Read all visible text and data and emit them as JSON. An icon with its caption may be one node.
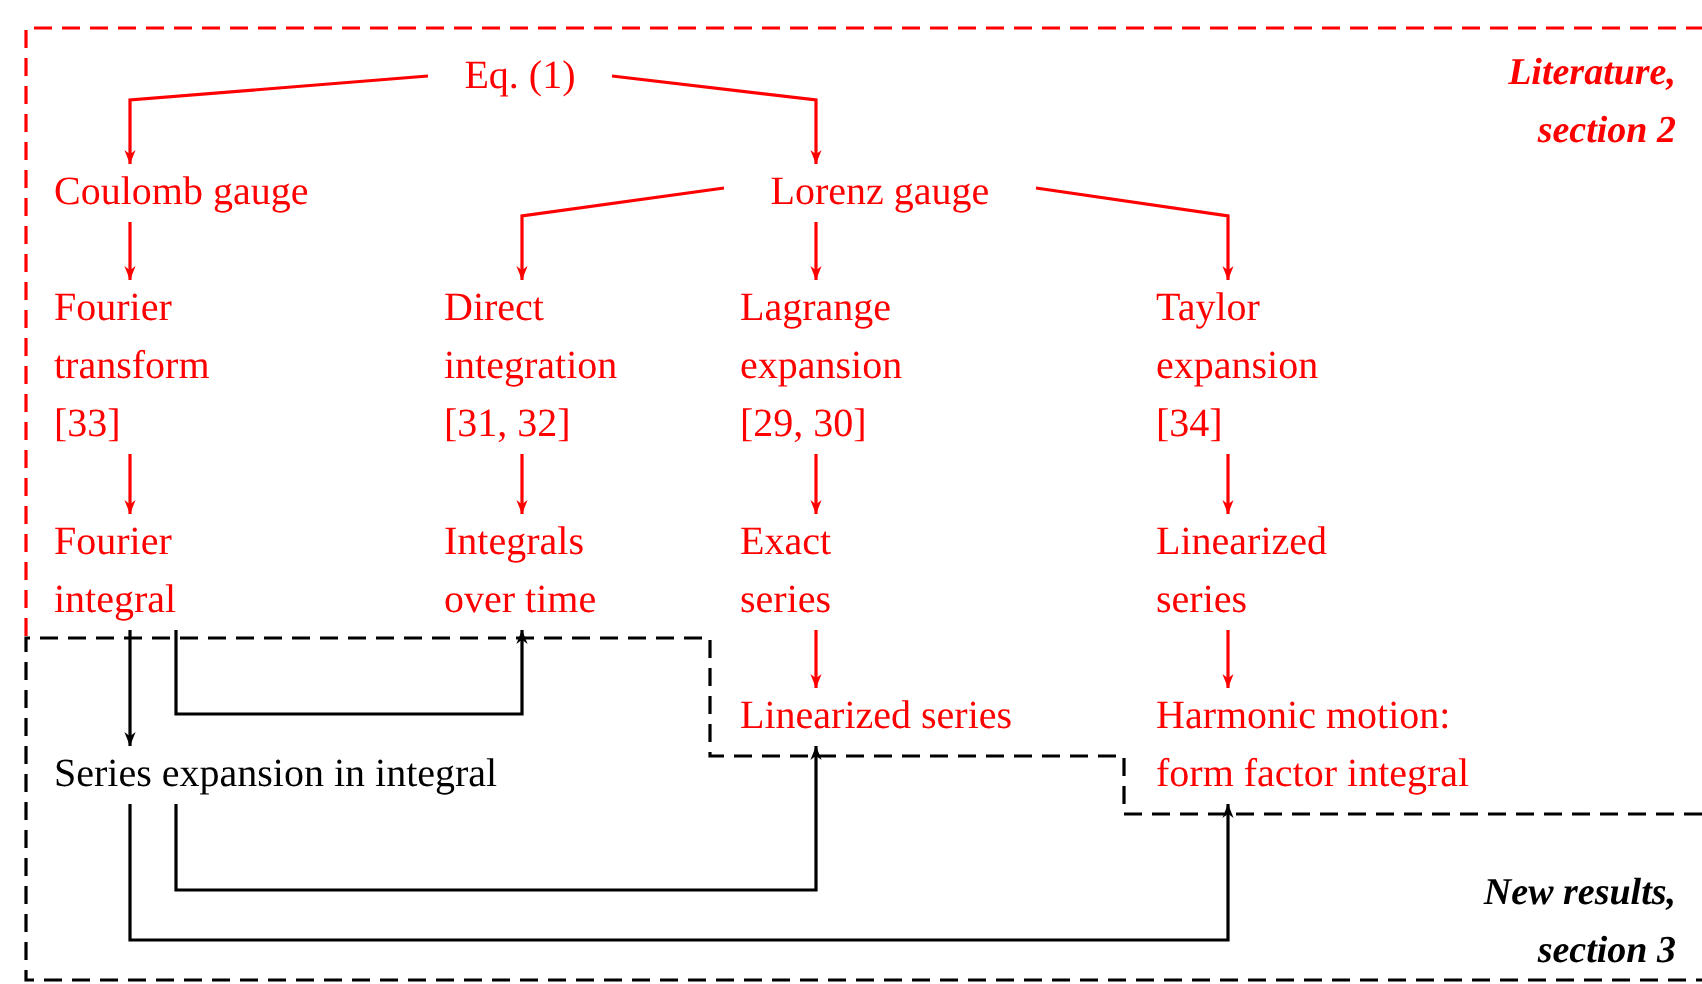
{
  "diagram": {
    "nodes": [
      {
        "text": [
          "Eq. (1)"
        ]
      },
      {
        "text": [
          "Coulomb gauge"
        ]
      },
      {
        "text": [
          "Lorenz gauge"
        ]
      },
      {
        "text": [
          "Fourier transform [33]"
        ]
      },
      {
        "text": [
          "Direct integration [31, 32]"
        ]
      },
      {
        "text": [
          "Lagrange expansion [29, 30]"
        ]
      },
      {
        "text": [
          "Taylor expansion [34]"
        ]
      },
      {
        "text": [
          "Fourier integral"
        ]
      },
      {
        "text": [
          "Integrals over time"
        ]
      },
      {
        "text": [
          "Exact series"
        ]
      },
      {
        "text": [
          "Linearized series"
        ]
      },
      {
        "text": [
          "Linearized series"
        ]
      },
      {
        "text": [
          "Harmonic motion: form factor integral"
        ]
      },
      {
        "text": [
          "Series expansion in integral"
        ]
      }
    ],
    "edges": [
      {
        "from": 0,
        "to": 1,
        "arrow": "to"
      },
      {
        "from": 0,
        "to": 2,
        "arrow": "to"
      },
      {
        "from": 1,
        "to": 3,
        "arrow": "to"
      },
      {
        "from": 2,
        "to": 4,
        "arrow": "to"
      },
      {
        "from": 2,
        "to": 5,
        "arrow": "to"
      },
      {
        "from": 2,
        "to": 6,
        "arrow": "to"
      },
      {
        "from": 3,
        "to": 7,
        "arrow": "to"
      },
      {
        "from": 4,
        "to": 8,
        "arrow": "to"
      },
      {
        "from": 5,
        "to": 9,
        "arrow": "to"
      },
      {
        "from": 6,
        "to": 10,
        "arrow": "to"
      },
      {
        "from": 9,
        "to": 11,
        "arrow": "to"
      },
      {
        "from": 10,
        "to": 12,
        "arrow": "to"
      },
      {
        "from": 7,
        "to": 13,
        "arrow": "to",
        "color": "#000000"
      },
      {
        "from": 7,
        "to": 8,
        "arrow": "to",
        "color": "#000000"
      },
      {
        "from": 13,
        "to": 11,
        "arrow": "to",
        "color": "#000000"
      },
      {
        "from": 13,
        "to": 12,
        "arrow": "to",
        "color": "#000000"
      }
    ],
    "labels": [
      "Literature, section 2",
      "New results, section 3"
    ]
  }
}
